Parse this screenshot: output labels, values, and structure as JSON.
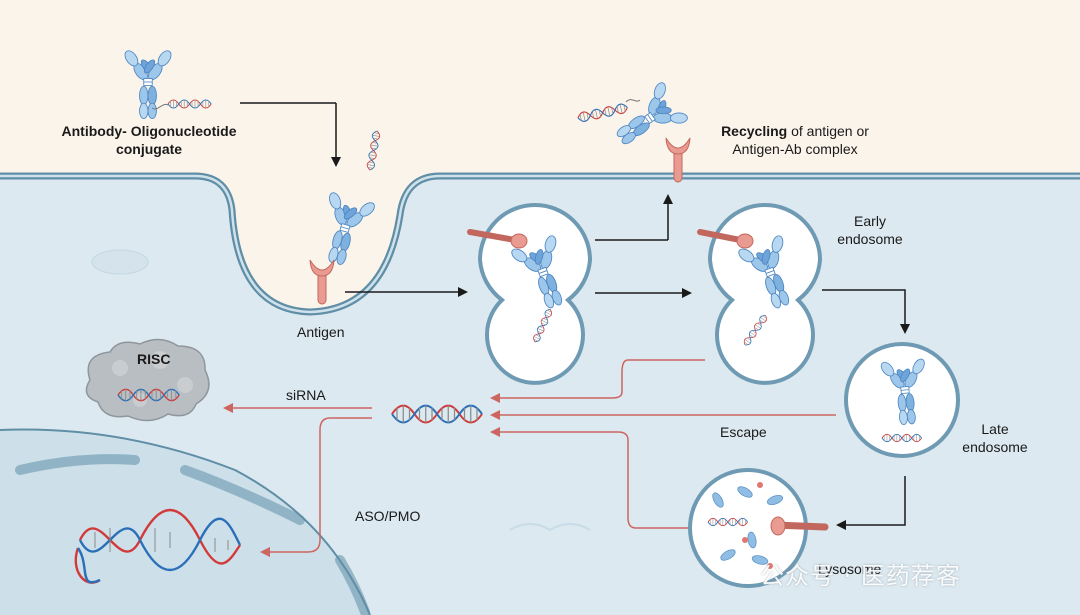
{
  "labels": {
    "aoc": "Antibody- Oligonucleotide conjugate",
    "recycling_bold": "Recycling",
    "recycling_rest": " of antigen or Antigen-Ab complex",
    "antigen": "Antigen",
    "early_endosome": "Early endosome",
    "late_endosome": "Late endosome",
    "risc": "RISC",
    "sirna": "siRNA",
    "escape": "Escape",
    "aso_pmo": "ASO/PMO",
    "lysosome": "Lysosome"
  },
  "watermark": "公众号 · 医药荐客",
  "colors": {
    "extracellular": "#fbf4ea",
    "cytoplasm": "#dce9f0",
    "membrane": "#5f8ea6",
    "antibody": "#8ab9e2",
    "antigen": "#e99b91",
    "escape_arrow": "#cc6660",
    "rna_red": "#d23a3a",
    "rna_blue": "#2a6fb8"
  }
}
